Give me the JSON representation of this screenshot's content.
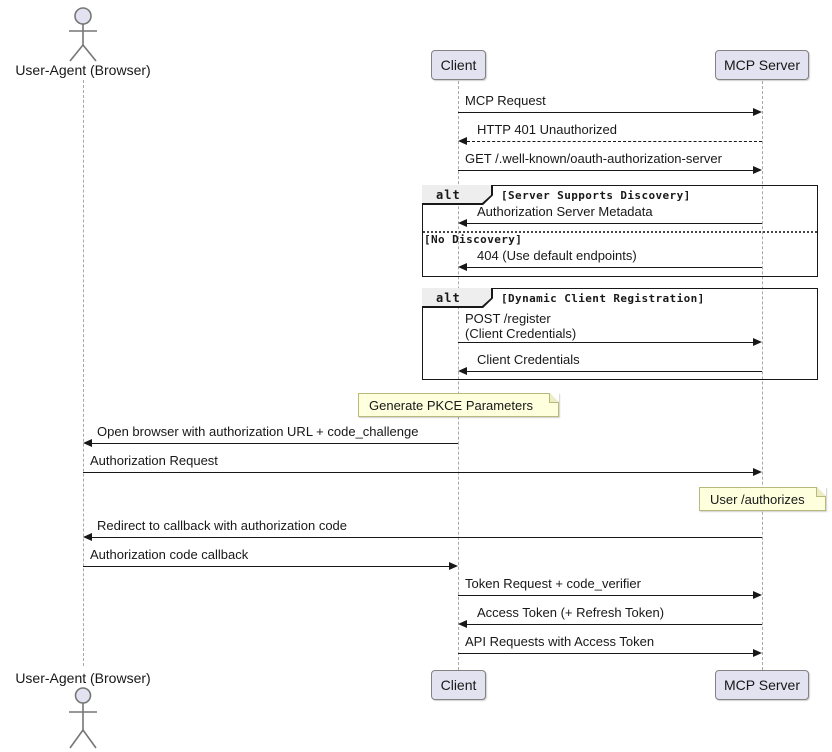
{
  "participants": {
    "user_agent": "User-Agent (Browser)",
    "client": "Client",
    "mcp_server": "MCP Server"
  },
  "messages": {
    "mcp_request": "MCP Request",
    "http_401": "HTTP 401 Unauthorized",
    "get_wellknown": "GET /.well-known/oauth-authorization-server",
    "auth_server_metadata": "Authorization Server Metadata",
    "not_found_default": "404 (Use default endpoints)",
    "post_register_line1": "POST /register",
    "post_register_line2": "(Client Credentials)",
    "client_credentials": "Client Credentials",
    "open_browser": "Open browser with authorization URL + code_challenge",
    "authorization_request": "Authorization Request",
    "redirect_callback": "Redirect to callback with authorization code",
    "auth_code_callback": "Authorization code callback",
    "token_request": "Token Request + code_verifier",
    "access_token": "Access Token (+ Refresh Token)",
    "api_requests": "API Requests with Access Token"
  },
  "frames": {
    "discovery": {
      "operator": "alt",
      "guard_1": "[Server Supports Discovery]",
      "guard_2": "[No Discovery]"
    },
    "registration": {
      "operator": "alt",
      "guard": "[Dynamic Client Registration]"
    }
  },
  "notes": {
    "pkce": "Generate PKCE Parameters",
    "user_authorizes": "User /authorizes"
  },
  "colors": {
    "participant_fill": "#E2E2F0",
    "participant_border": "#838383",
    "note_fill": "#FEFFDD",
    "note_border": "#B9B97C",
    "frame_border": "#181818",
    "operator_fill": "#EEEEEE",
    "lifeline": "#A8A8A8",
    "line": "#181818",
    "text": "#181818"
  }
}
